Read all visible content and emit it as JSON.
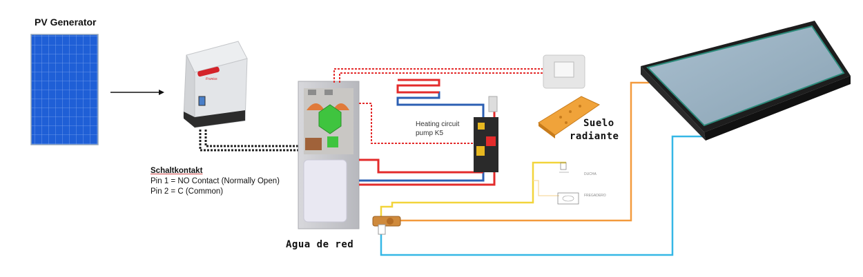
{
  "labels": {
    "pv_generator": "PV Generator",
    "schaltkontakt_title": "Schaltkontakt",
    "pin1": "Pin 1 = NO Contact (Normally Open)",
    "pin2": "Pin 2 = C (Common)",
    "heating_pump_line1": "Heating circuit",
    "heating_pump_line2": "pump K5",
    "suelo_line1": "Suelo",
    "suelo_line2": "radiante",
    "agua_de_red": "Agua de red",
    "ducha": "DUCHA",
    "fregadero": "FREGADERO",
    "inverter_brand": "Fronius"
  },
  "colors": {
    "hot_water": "#e32b2b",
    "cold_water": "#2b5fb3",
    "solar_loop": "#f39a3c",
    "feed_line": "#35b7e6",
    "dhw_line": "#f2d43a",
    "signal_wire": "#222222",
    "panel_blue": "#1f5fd6",
    "hex_green": "#3fc43f"
  }
}
